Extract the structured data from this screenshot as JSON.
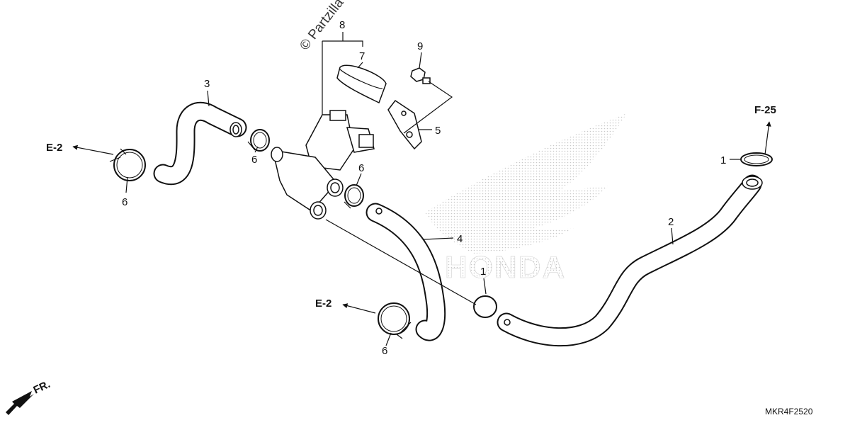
{
  "watermark": "© Partzilla",
  "logo_text": "HONDA",
  "diagram_code": "MKR4F2520",
  "front_marker": "FR.",
  "callouts": {
    "p1a": "1",
    "p1b": "1",
    "p2": "2",
    "p3": "3",
    "p4": "4",
    "p5": "5",
    "p6a": "6",
    "p6b": "6",
    "p6c": "6",
    "p6d": "6",
    "p7": "7",
    "p8": "8",
    "p9": "9"
  },
  "references": {
    "e2_top": "E-2",
    "e2_bottom": "E-2",
    "f25": "F-25"
  },
  "colors": {
    "ink": "#111111",
    "logo_dots": "#c8c8c8",
    "background": "#ffffff"
  }
}
